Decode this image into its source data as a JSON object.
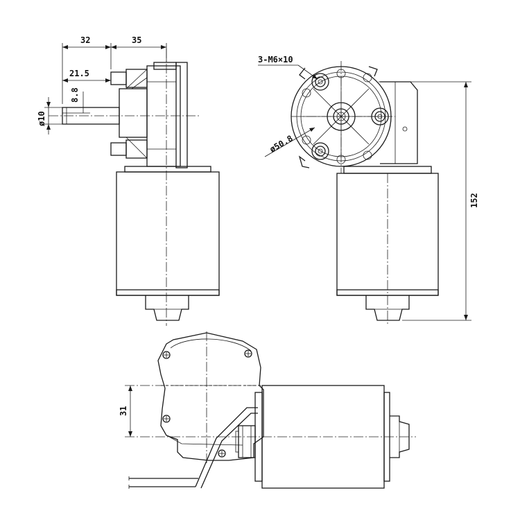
{
  "dimensions": {
    "shaft_overhang": "32",
    "gearbox_depth": "35",
    "shaft_to_flat": "21.5",
    "flat_depth": "8.8",
    "shaft_diameter": "ø10",
    "mounting_holes": "3-M6×10",
    "bolt_circle_diameter": "ø50.8",
    "overall_height": "152",
    "shaft_offset": "31"
  }
}
